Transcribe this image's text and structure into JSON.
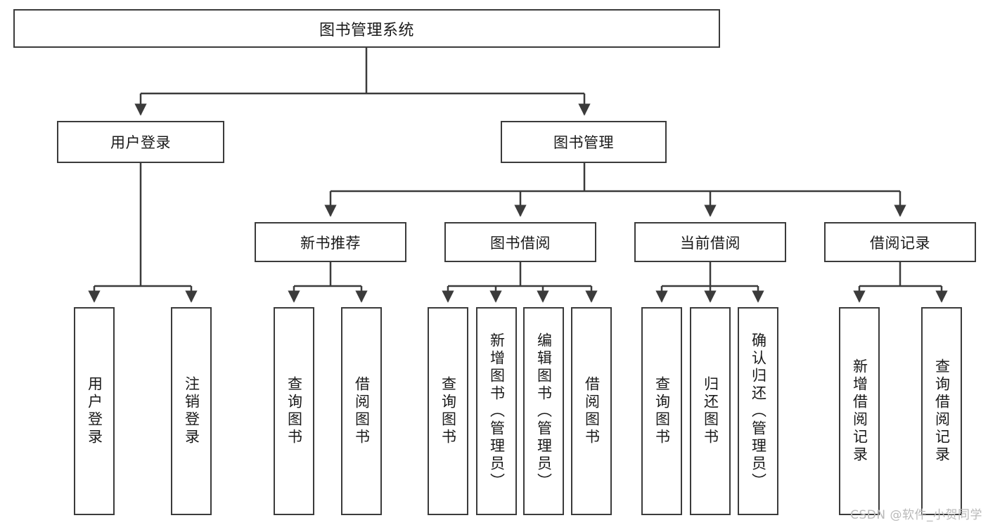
{
  "diagram": {
    "title": "图书管理系统",
    "type": "tree-hierarchy-diagram",
    "root": {
      "label": "图书管理系统"
    },
    "level2": [
      {
        "id": "user-login",
        "label": "用户登录"
      },
      {
        "id": "book-management",
        "label": "图书管理"
      }
    ],
    "level3": [
      {
        "id": "new-book-recommend",
        "label": "新书推荐"
      },
      {
        "id": "book-borrow",
        "label": "图书借阅"
      },
      {
        "id": "current-borrow",
        "label": "当前借阅"
      },
      {
        "id": "borrow-record",
        "label": "借阅记录"
      }
    ],
    "leaves": {
      "user_login": [
        {
          "id": "leaf-user-login",
          "label": "用户登录"
        },
        {
          "id": "leaf-logout-login",
          "label": "注销登录"
        }
      ],
      "new_book_recommend": [
        {
          "id": "leaf-query-book-1",
          "label": "查询图书"
        },
        {
          "id": "leaf-borrow-book-1",
          "label": "借阅图书"
        }
      ],
      "book_borrow": [
        {
          "id": "leaf-query-book-2",
          "label": "查询图书"
        },
        {
          "id": "leaf-add-book",
          "label": "新增图书（管理员）"
        },
        {
          "id": "leaf-edit-book",
          "label": "编辑图书（管理员）"
        },
        {
          "id": "leaf-borrow-book-2",
          "label": "借阅图书"
        }
      ],
      "current_borrow": [
        {
          "id": "leaf-query-book-3",
          "label": "查询图书"
        },
        {
          "id": "leaf-return-book",
          "label": "归还图书"
        },
        {
          "id": "leaf-confirm-return",
          "label": "确认归还（管理员）"
        }
      ],
      "borrow_record": [
        {
          "id": "leaf-add-borrow-record",
          "label": "新增借阅记录"
        },
        {
          "id": "leaf-query-borrow-record",
          "label": "查询借阅记录"
        }
      ]
    },
    "colors": {
      "stroke": "#3b3b3b",
      "text": "#1a1a1a",
      "background": "#ffffff",
      "watermark": "#b9b9b9"
    }
  },
  "watermark": {
    "text": "CSDN @软件_小贺同学"
  }
}
